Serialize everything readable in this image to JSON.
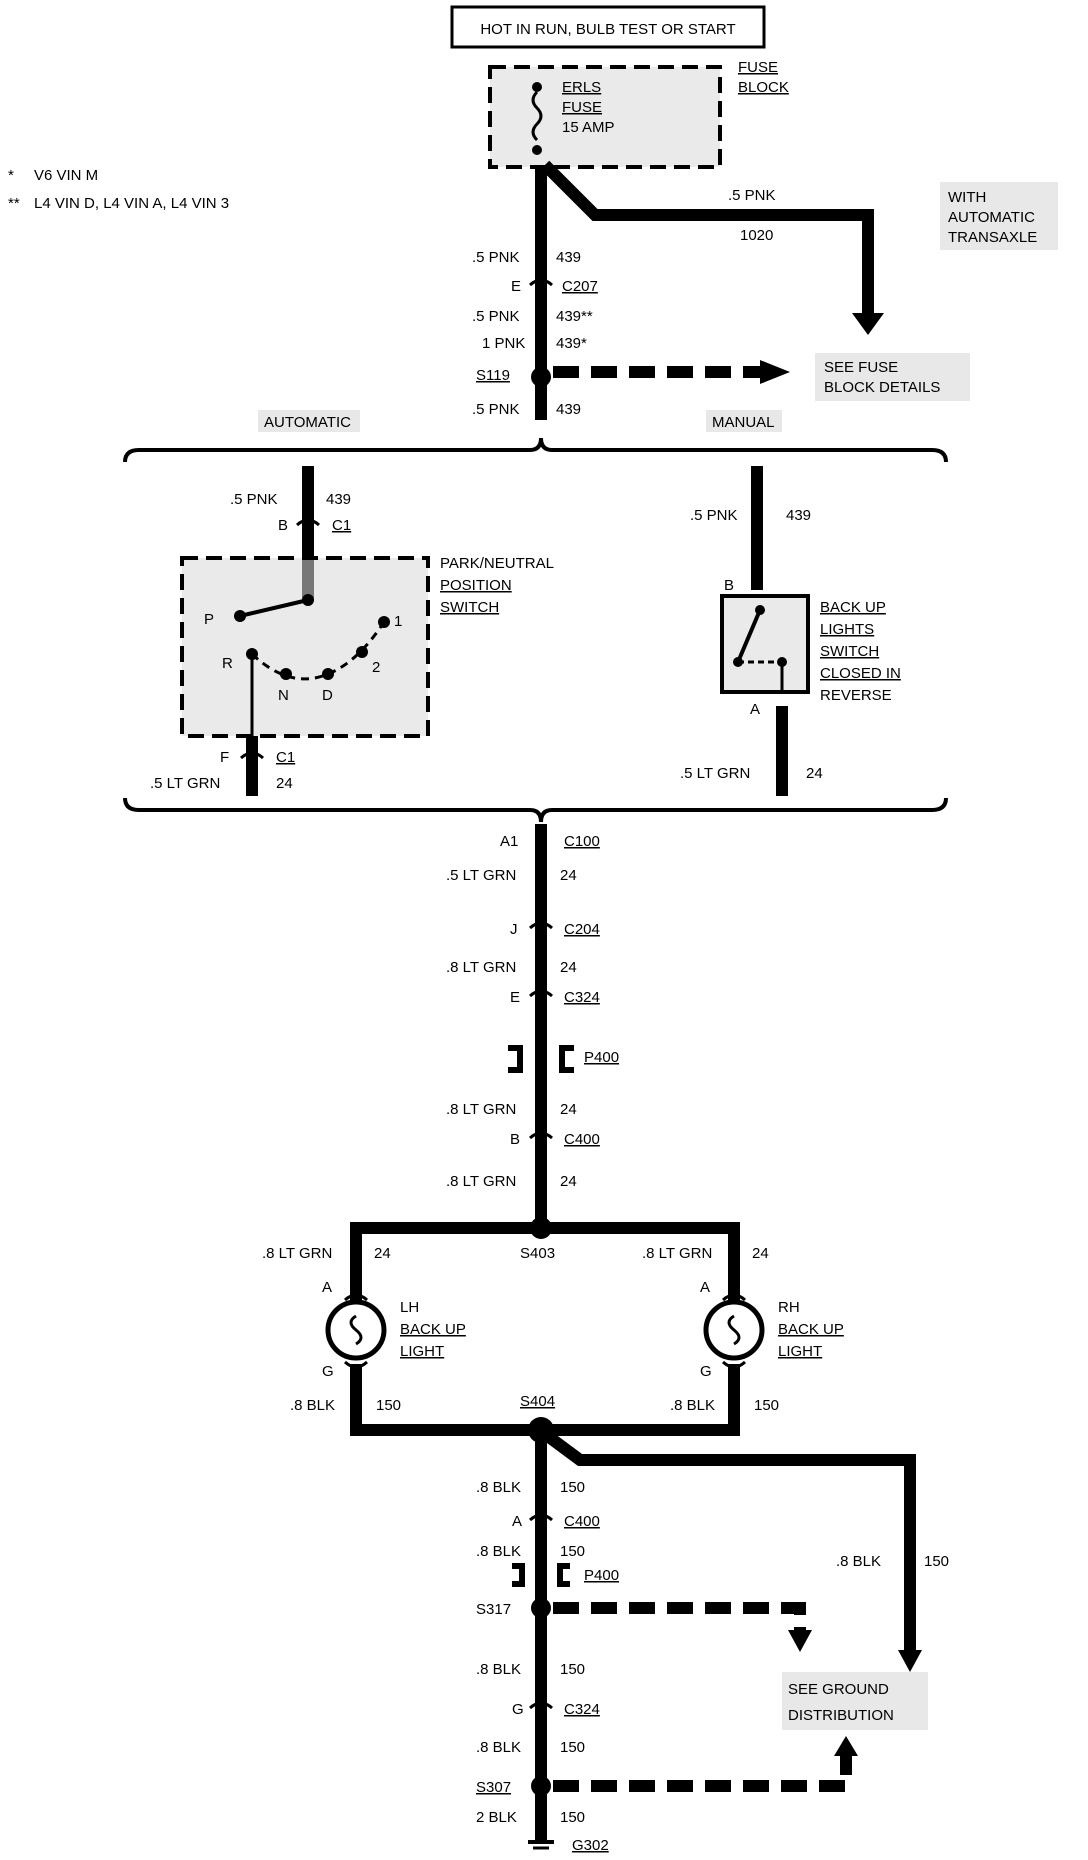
{
  "header": {
    "title": "HOT IN RUN, BULB TEST OR START"
  },
  "legend": [
    {
      "mark": "*",
      "text": "V6 VIN M"
    },
    {
      "mark": "**",
      "text": "L4 VIN D, L4 VIN A, L4 VIN 3"
    }
  ],
  "fuse_block": {
    "title_1": "FUSE",
    "title_2": "BLOCK",
    "fuse_1": "ERLS",
    "fuse_2": "FUSE",
    "fuse_3": "15 AMP"
  },
  "automatic_transaxle_branch": {
    "wire": ".5 PNK",
    "circuit": "1020",
    "note_1": "WITH",
    "note_2": "AUTOMATIC",
    "note_3": "TRANSAXLE"
  },
  "main_feed": {
    "w1": ".5 PNK",
    "c1": "439",
    "pin_e": "E",
    "conn_c207": "C207",
    "w2": ".5 PNK",
    "c2": "439**",
    "w3": "1 PNK",
    "c3": "439*",
    "splice_s119": "S119",
    "fuse_details_1": "SEE FUSE",
    "fuse_details_2": "BLOCK DETAILS",
    "w4": ".5 PNK",
    "c4": "439"
  },
  "automatic": {
    "title": "AUTOMATIC",
    "w_in": ".5 PNK",
    "c_in": "439",
    "pin_b": "B",
    "conn_c1": "C1",
    "switch_1": "PARK/NEUTRAL",
    "switch_2": "POSITION",
    "switch_3": "SWITCH",
    "pos_p": "P",
    "pos_r": "R",
    "pos_n": "N",
    "pos_d": "D",
    "pos_2": "2",
    "pos_1": "1",
    "pin_f": "F",
    "conn_c1_out": "C1",
    "w_out": ".5 LT GRN",
    "c_out": "24"
  },
  "manual": {
    "title": "MANUAL",
    "w_in": ".5 PNK",
    "c_in": "439",
    "pin_b": "B",
    "switch_1": "BACK UP",
    "switch_2": "LIGHTS",
    "switch_3": "SWITCH",
    "switch_4": "CLOSED IN",
    "switch_5": "REVERSE",
    "pin_a": "A",
    "w_out": ".5 LT GRN",
    "c_out": "24"
  },
  "run": {
    "pin_a1": "A1",
    "conn_c100": "C100",
    "w1": ".5 LT GRN",
    "c1": "24",
    "pin_j": "J",
    "conn_c204": "C204",
    "w2": ".8 LT GRN",
    "c2": "24",
    "pin_e": "E",
    "conn_c324": "C324",
    "conn_p400": "P400",
    "w3": ".8 LT GRN",
    "c3": "24",
    "pin_b": "B",
    "conn_c400": "C400",
    "w4": ".8 LT GRN",
    "c4": "24",
    "splice_s403": "S403"
  },
  "lamps": {
    "lh_w": ".8 LT GRN",
    "lh_c": "24",
    "lh_pin_a": "A",
    "lh_1": "LH",
    "lh_2": "BACK UP",
    "lh_3": "LIGHT",
    "lh_pin_g": "G",
    "lh_w_out": ".8 BLK",
    "lh_c_out": "150",
    "rh_w": ".8 LT GRN",
    "rh_c": "24",
    "rh_pin_a": "A",
    "rh_1": "RH",
    "rh_2": "BACK UP",
    "rh_3": "LIGHT",
    "rh_pin_g": "G",
    "rh_w_out": ".8 BLK",
    "rh_c_out": "150",
    "splice_s404": "S404"
  },
  "ground": {
    "w1": ".8 BLK",
    "c1": "150",
    "pin_a": "A",
    "conn_c400": "C400",
    "w2": ".8 BLK",
    "c2": "150",
    "conn_p400": "P400",
    "splice_s317": "S317",
    "w3": ".8 BLK",
    "c3": "150",
    "pin_g": "G",
    "conn_c324": "C324",
    "w4": ".8 BLK",
    "c4": "150",
    "splice_s307": "S307",
    "w5": "2 BLK",
    "c5": "150",
    "ground_g302": "G302",
    "right_w": ".8 BLK",
    "right_c": "150",
    "see_1": "SEE GROUND",
    "see_2": "DISTRIBUTION"
  }
}
